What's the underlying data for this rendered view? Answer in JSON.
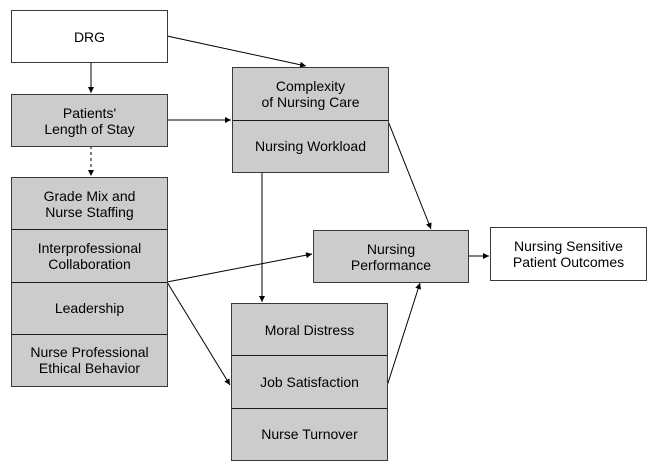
{
  "diagram": {
    "nodes": {
      "drg": {
        "label": "DRG"
      },
      "length_of_stay": {
        "label": "Patients'\nLength of Stay"
      },
      "organizational_factors": {
        "cells": [
          {
            "label": "Grade Mix and\nNurse Staffing"
          },
          {
            "label": "Interprofessional\nCollaboration"
          },
          {
            "label": "Leadership"
          },
          {
            "label": "Nurse Professional\nEthical Behavior"
          }
        ]
      },
      "nursing_care": {
        "cells": [
          {
            "label": "Complexity\nof Nursing Care"
          },
          {
            "label": "Nursing Workload"
          }
        ]
      },
      "nurse_outcomes": {
        "cells": [
          {
            "label": "Moral Distress"
          },
          {
            "label": "Job Satisfaction"
          },
          {
            "label": "Nurse Turnover"
          }
        ]
      },
      "nursing_performance": {
        "label": "Nursing\nPerformance"
      },
      "patient_outcomes": {
        "label": "Nursing Sensitive\nPatient Outcomes"
      }
    },
    "edges": [
      {
        "from": "DRG",
        "to": "Patients' Length of Stay",
        "style": "solid"
      },
      {
        "from": "DRG",
        "to": "Complexity of Nursing Care",
        "style": "solid"
      },
      {
        "from": "Patients' Length of Stay",
        "to": "Complexity of Nursing Care / Nursing Workload",
        "style": "solid"
      },
      {
        "from": "Patients' Length of Stay",
        "to": "Grade Mix and Nurse Staffing",
        "style": "dashed"
      },
      {
        "from": "Nursing Workload",
        "to": "Moral Distress",
        "style": "solid"
      },
      {
        "from": "Complexity of Nursing Care / Nursing Workload",
        "to": "Nursing Performance",
        "style": "solid"
      },
      {
        "from": "Organizational factors",
        "to": "Nursing Performance",
        "style": "solid"
      },
      {
        "from": "Organizational factors",
        "to": "Job Satisfaction",
        "style": "solid"
      },
      {
        "from": "Job Satisfaction",
        "to": "Nursing Performance",
        "style": "solid"
      },
      {
        "from": "Nursing Performance",
        "to": "Nursing Sensitive Patient Outcomes",
        "style": "solid"
      }
    ],
    "colors": {
      "gray_box": "#cccccc",
      "white_box": "#ffffff",
      "line": "#000000"
    }
  }
}
